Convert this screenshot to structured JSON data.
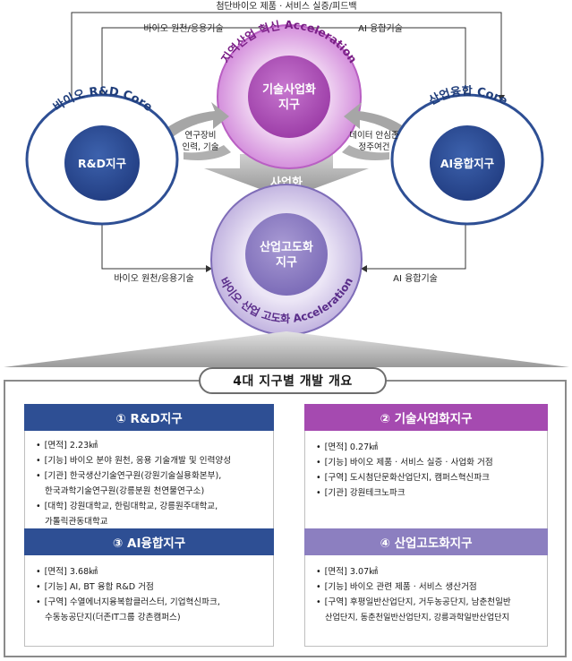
{
  "diagram": {
    "top_label": "첨단바이오 제품 · 서비스 실증/피드백",
    "left_top_label": "바이오 원천/응용기술",
    "right_top_label": "AI 융합기술",
    "top_ring_text": "지역산업 혁신 Acceleration",
    "top_core": [
      "기술사업화",
      "지구"
    ],
    "left_ring_text": "바이오 R&D Core",
    "left_core": "R&D지구",
    "right_ring_text": "산업융합 Core",
    "right_core": "AI융합지구",
    "left_arrow_label": [
      "연구장비",
      "인력, 기술"
    ],
    "right_arrow_label": [
      "데이터 안심존",
      "정주여건"
    ],
    "center_arrow_label": "사업화",
    "bottom_core": [
      "산업고도화",
      "지구"
    ],
    "bottom_ring_text": "바이오 산업 고도화 Acceleration",
    "left_bottom_label": "바이오 원천/응용기술",
    "right_bottom_label": "AI 융합기술"
  },
  "overview": {
    "title": "4대 지구별 개발 개요",
    "cards": [
      {
        "title": "① R&D지구",
        "color": "#2e4f94",
        "items": [
          [
            "[면적] 2.23㎢"
          ],
          [
            "[기능] 바이오 분야 원천, 응용 기술개발 및 인력양성"
          ],
          [
            "[기관] 한국생산기술연구원(강원기술실용화본부),",
            "한국과학기술연구원(강릉분원 천연물연구소)"
          ],
          [
            "[대학] 강원대학교, 한림대학교, 강릉원주대학교,",
            "가톨릭관동대학교"
          ]
        ]
      },
      {
        "title": "② 기술사업화지구",
        "color": "#a54ab0",
        "items": [
          [
            "[면적] 0.27㎢"
          ],
          [
            "[기능] 바이오 제품 · 서비스 실증 · 사업화 거점"
          ],
          [
            "[구역] 도시첨단문화산업단지, 캠퍼스혁신파크"
          ],
          [
            "[기관] 강원테크노파크"
          ]
        ]
      },
      {
        "title": "③ AI융합지구",
        "color": "#2e4f94",
        "items": [
          [
            "[면적] 3.68㎢"
          ],
          [
            "[기능] AI, BT 융합 R&D 거점"
          ],
          [
            "[구역] 수열에너지융복합클러스터, 기업혁신파크,",
            "수동농공단지(더존IT그룹 강촌캠퍼스)"
          ]
        ]
      },
      {
        "title": "④ 산업고도화지구",
        "color": "#8c7fc0",
        "items": [
          [
            "[면적] 3.07㎢"
          ],
          [
            "[기능] 바이오 관련 제품 · 서비스 생산거점"
          ],
          [
            "[구역] 후평일반산업단지, 거두농공단지, 남춘천일반",
            "산업단지, 동춘천일반산업단지, 강릉과학일반산업단지"
          ]
        ]
      }
    ]
  }
}
